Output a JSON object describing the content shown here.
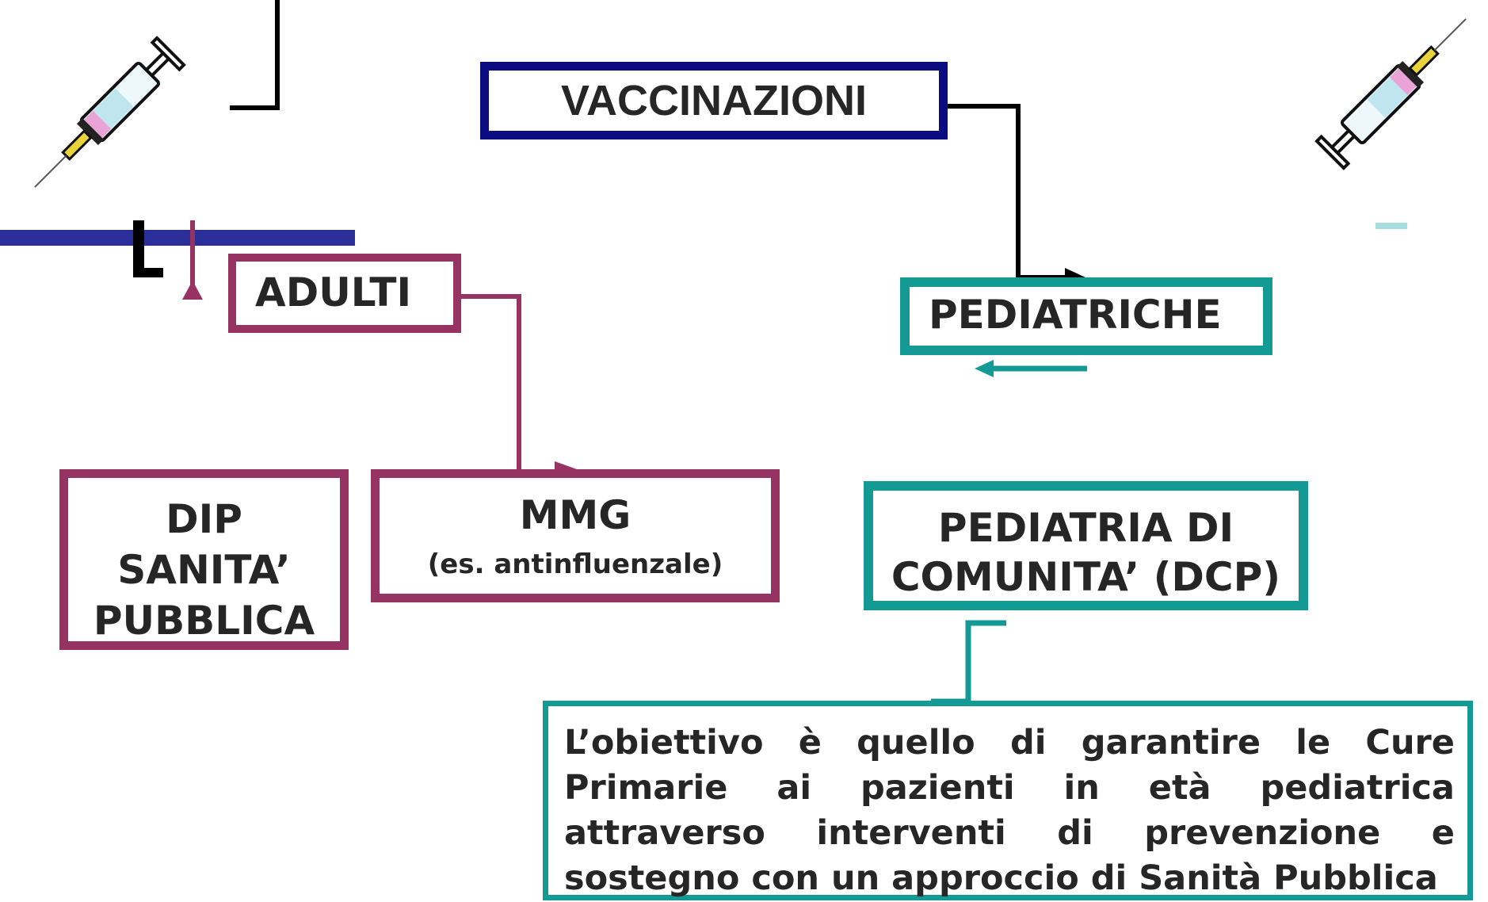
{
  "nodes": {
    "vaccinazioni": "VACCINAZIONI",
    "adulti": "ADULTI",
    "pediatriche": "PEDIATRICHE",
    "dip": [
      "DIP",
      "SANITA’",
      "PUBBLICA"
    ],
    "mmg": {
      "title": "MMG",
      "note": "(es. antinfluenzale)"
    },
    "dcp": [
      "PEDIATRIA DI",
      "COMUNITA’ (DCP)"
    ],
    "description": [
      "L’obiettivo è quello di garantire le Cure",
      "Primarie ai pazienti in età pediatrica",
      "attraverso interventi di prevenzione e",
      "sostegno con un approccio di Sanità Pubblica"
    ]
  },
  "colors": {
    "navy": "#0c0c82",
    "magenta": "#963363",
    "teal": "#149a94",
    "text": "#262626"
  },
  "icons": [
    "syringe-icon",
    "syringe-icon"
  ]
}
